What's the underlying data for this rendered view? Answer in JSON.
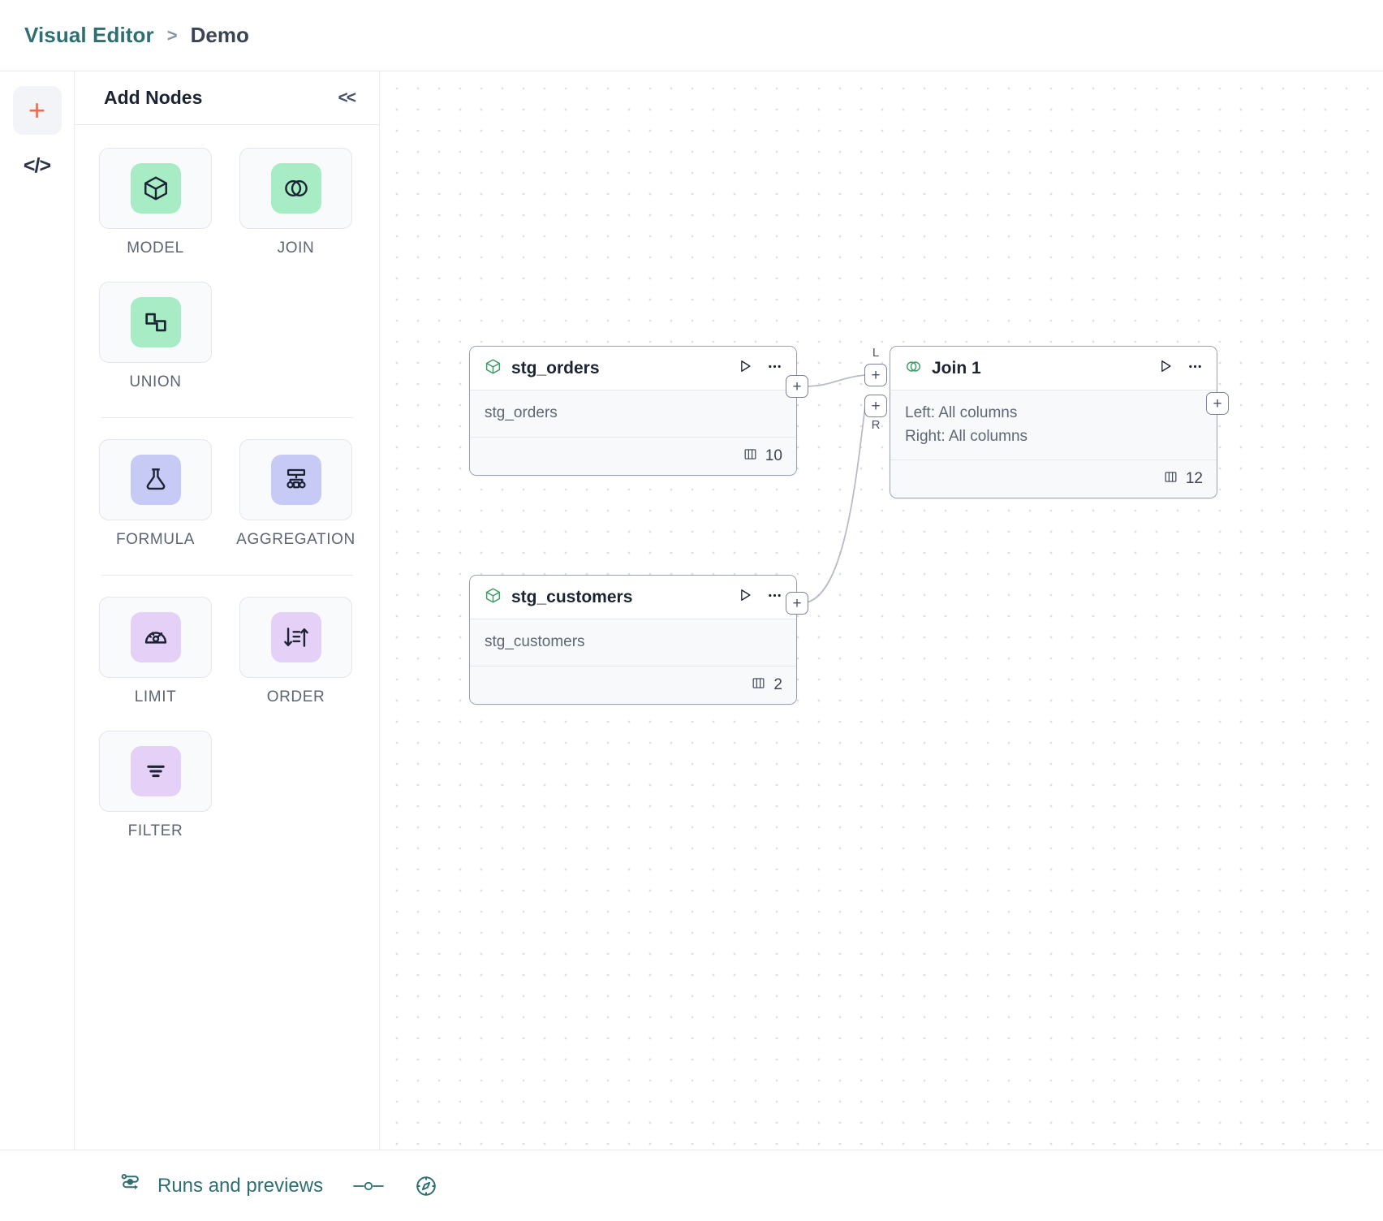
{
  "breadcrumb": {
    "root": "Visual Editor",
    "separator": ">",
    "leaf": "Demo"
  },
  "rail": {
    "add_label": "+",
    "add_icon": "plus-icon",
    "code_label": "</>",
    "code_icon": "code-icon"
  },
  "panel": {
    "title": "Add Nodes",
    "collapse_label": "<<",
    "groups": [
      {
        "items": [
          {
            "label": "MODEL",
            "icon": "cube-icon",
            "color": "#a8ecc5"
          },
          {
            "label": "JOIN",
            "icon": "venn-icon",
            "color": "#a8ecc5"
          },
          {
            "label": "UNION",
            "icon": "union-shapes-icon",
            "color": "#a8ecc5"
          }
        ]
      },
      {
        "items": [
          {
            "label": "FORMULA",
            "icon": "flask-icon",
            "color": "#c6caf5"
          },
          {
            "label": "AGGREGATION",
            "icon": "hierarchy-icon",
            "color": "#c6caf5"
          }
        ]
      },
      {
        "items": [
          {
            "label": "LIMIT",
            "icon": "gauge-icon",
            "color": "#e5d0f7"
          },
          {
            "label": "ORDER",
            "icon": "sort-arrows-icon",
            "color": "#e5d0f7"
          },
          {
            "label": "FILTER",
            "icon": "filter-icon",
            "color": "#e5d0f7"
          }
        ]
      }
    ]
  },
  "canvas": {
    "nodes": [
      {
        "id": "stg_orders",
        "title": "stg_orders",
        "icon": "cube-icon",
        "body_lines": [
          "stg_orders"
        ],
        "column_count": "10",
        "run_icon": "play-icon",
        "menu_icon": "more-icon",
        "columns_icon": "columns-icon"
      },
      {
        "id": "stg_customers",
        "title": "stg_customers",
        "icon": "cube-icon",
        "body_lines": [
          "stg_customers"
        ],
        "column_count": "2",
        "run_icon": "play-icon",
        "menu_icon": "more-icon",
        "columns_icon": "columns-icon"
      },
      {
        "id": "join_1",
        "title": "Join 1",
        "icon": "venn-icon",
        "body_lines": [
          "Left: All columns",
          "Right: All columns"
        ],
        "column_count": "12",
        "run_icon": "play-icon",
        "menu_icon": "more-icon",
        "columns_icon": "columns-icon"
      }
    ],
    "handles": {
      "plus": "+",
      "left_tag": "L",
      "right_tag": "R"
    }
  },
  "bottombar": {
    "runs_label": "Runs and previews",
    "runs_icon": "flow-run-icon",
    "zoom_slider_icon": "slider-icon",
    "fit_view_icon": "compass-icon"
  },
  "colors": {
    "brand_teal": "#2e6f74",
    "accent_orange": "#f26a4b",
    "node_green": "#3f9e6a",
    "tile_green": "#a8ecc5",
    "tile_blue": "#c6caf5",
    "tile_purple": "#e5d0f7"
  }
}
